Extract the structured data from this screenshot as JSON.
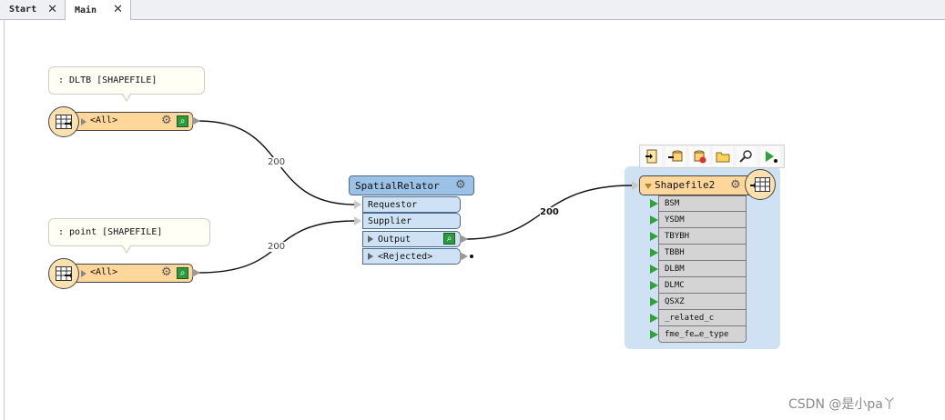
{
  "tabs": [
    {
      "label": "Start",
      "close": "✕"
    },
    {
      "label": "Main",
      "close": "✕"
    }
  ],
  "readers": [
    {
      "annotation": ": DLTB [SHAPEFILE]",
      "port_label": "<All>",
      "icon": "table-reader-icon"
    },
    {
      "annotation": ": point [SHAPEFILE]",
      "port_label": "<All>",
      "icon": "table-reader-icon"
    }
  ],
  "transformer": {
    "name": "SpatialRelator",
    "input_ports": [
      "Requestor",
      "Supplier"
    ],
    "output_ports": [
      "Output",
      "<Rejected>"
    ]
  },
  "writer": {
    "name": "Shapefile2",
    "attributes": [
      "BSM",
      "YSDM",
      "TBYBH",
      "TBBH",
      "DLBM",
      "DLMC",
      "QSXZ",
      "_related_c",
      "fme_fe…e_type"
    ],
    "toolbar_icons": [
      "writer-feature-type-icon",
      "insert-feature-type-icon",
      "remove-feature-type-icon",
      "open-folder-icon",
      "inspect-icon",
      "run-to-writer-icon"
    ]
  },
  "connections": [
    {
      "label": "200"
    },
    {
      "label": "200"
    },
    {
      "label": "200"
    }
  ],
  "watermark": "CSDN @是小pa丫"
}
